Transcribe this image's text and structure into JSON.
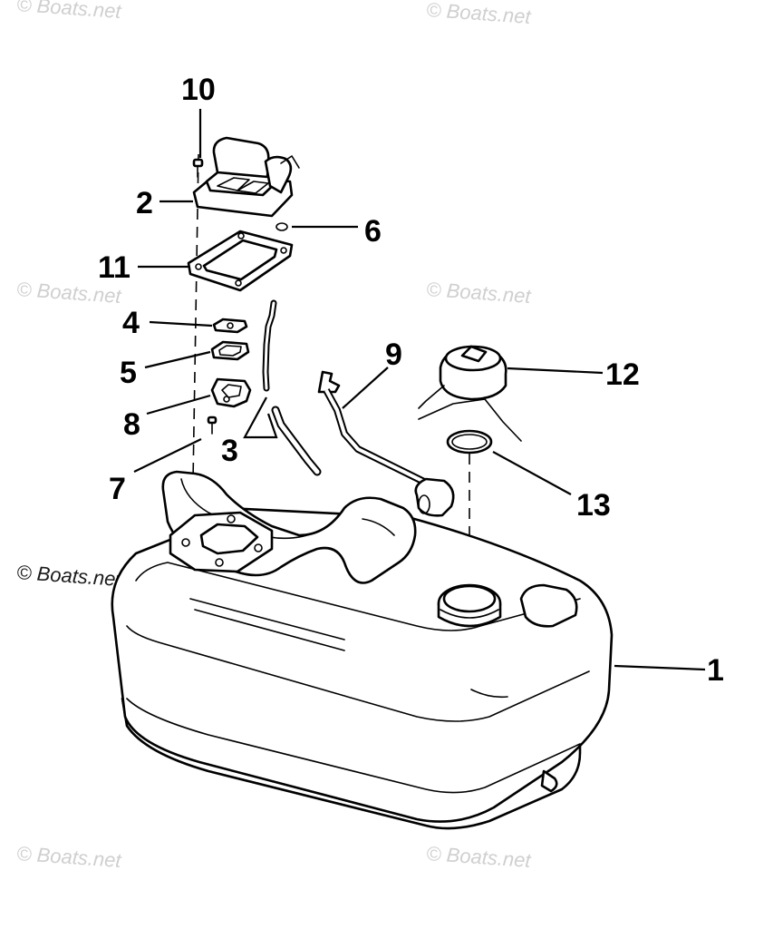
{
  "watermark": "© Boats.net",
  "callouts": [
    "10",
    "2",
    "6",
    "11",
    "4",
    "5",
    "8",
    "3",
    "7",
    "9",
    "12",
    "13",
    "1"
  ]
}
